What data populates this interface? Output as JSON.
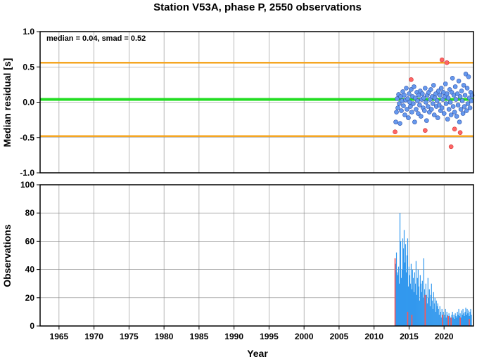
{
  "title": "Station V53A, phase P, 2550 observations",
  "chart_data": [
    {
      "type": "scatter",
      "ylabel": "Median residual [s]",
      "xlim": [
        1962.3,
        2024.2
      ],
      "ylim": [
        -1.0,
        1.0
      ],
      "yticks": [
        "1.0",
        "0.5",
        "0.0",
        "-0.5",
        "-1.0"
      ],
      "annotation": "median = 0.04, smad = 0.52",
      "grid": true,
      "median_line": 0.04,
      "smad_lines": [
        0.56,
        -0.48
      ],
      "colors": {
        "median": "#22dd22",
        "smad": "#f5a623",
        "point": "#6699ee",
        "outlier": "#ff6666"
      },
      "points": [
        [
          2013.1,
          -0.28
        ],
        [
          2013.2,
          -0.14
        ],
        [
          2013.3,
          0.05
        ],
        [
          2013.4,
          -0.08
        ],
        [
          2013.5,
          0.11
        ],
        [
          2013.6,
          -0.02
        ],
        [
          2013.7,
          -0.3
        ],
        [
          2013.8,
          0.08
        ],
        [
          2013.9,
          -0.12
        ],
        [
          2014.0,
          0.02
        ],
        [
          2014.1,
          0.15
        ],
        [
          2014.2,
          -0.05
        ],
        [
          2014.3,
          0.1
        ],
        [
          2014.4,
          -0.18
        ],
        [
          2014.5,
          0.03
        ],
        [
          2014.6,
          0.2
        ],
        [
          2014.7,
          -0.1
        ],
        [
          2014.8,
          0.05
        ],
        [
          2014.9,
          -0.22
        ],
        [
          2015.0,
          0.12
        ],
        [
          2015.1,
          0.0
        ],
        [
          2015.2,
          -0.06
        ],
        [
          2015.3,
          0.18
        ],
        [
          2015.4,
          -0.14
        ],
        [
          2015.5,
          0.08
        ],
        [
          2015.6,
          -0.02
        ],
        [
          2015.7,
          0.22
        ],
        [
          2015.8,
          -0.28
        ],
        [
          2015.9,
          0.06
        ],
        [
          2016.0,
          -0.1
        ],
        [
          2016.1,
          0.14
        ],
        [
          2016.2,
          0.02
        ],
        [
          2016.3,
          -0.16
        ],
        [
          2016.4,
          0.1
        ],
        [
          2016.5,
          -0.04
        ],
        [
          2016.6,
          0.16
        ],
        [
          2016.7,
          -0.2
        ],
        [
          2016.8,
          0.04
        ],
        [
          2016.9,
          0.12
        ],
        [
          2017.0,
          -0.08
        ],
        [
          2017.1,
          0.06
        ],
        [
          2017.2,
          -0.12
        ],
        [
          2017.3,
          0.2
        ],
        [
          2017.4,
          0.0
        ],
        [
          2017.5,
          -0.26
        ],
        [
          2017.6,
          0.1
        ],
        [
          2017.7,
          -0.06
        ],
        [
          2017.8,
          0.14
        ],
        [
          2017.9,
          -0.14
        ],
        [
          2018.0,
          0.04
        ],
        [
          2018.1,
          0.18
        ],
        [
          2018.2,
          -0.1
        ],
        [
          2018.3,
          0.08
        ],
        [
          2018.4,
          -0.02
        ],
        [
          2018.5,
          0.24
        ],
        [
          2018.6,
          -0.18
        ],
        [
          2018.7,
          0.06
        ],
        [
          2018.8,
          0.12
        ],
        [
          2018.9,
          -0.06
        ],
        [
          2019.0,
          0.02
        ],
        [
          2019.1,
          -0.22
        ],
        [
          2019.2,
          0.16
        ],
        [
          2019.3,
          -0.04
        ],
        [
          2019.4,
          0.1
        ],
        [
          2019.5,
          -0.12
        ],
        [
          2019.6,
          0.2
        ],
        [
          2019.7,
          -0.08
        ],
        [
          2019.8,
          0.04
        ],
        [
          2019.9,
          0.14
        ],
        [
          2020.0,
          -0.16
        ],
        [
          2020.1,
          0.08
        ],
        [
          2020.2,
          0.26
        ],
        [
          2020.3,
          -0.02
        ],
        [
          2020.4,
          0.12
        ],
        [
          2020.5,
          -0.24
        ],
        [
          2020.6,
          0.06
        ],
        [
          2020.7,
          -0.1
        ],
        [
          2020.8,
          0.18
        ],
        [
          2020.9,
          0.0
        ],
        [
          2021.0,
          -0.18
        ],
        [
          2021.1,
          0.14
        ],
        [
          2021.2,
          0.34
        ],
        [
          2021.3,
          -0.06
        ],
        [
          2021.4,
          0.1
        ],
        [
          2021.5,
          -0.14
        ],
        [
          2021.6,
          0.22
        ],
        [
          2021.7,
          0.04
        ],
        [
          2021.8,
          -0.2
        ],
        [
          2021.9,
          0.12
        ],
        [
          2022.0,
          -0.04
        ],
        [
          2022.1,
          0.3
        ],
        [
          2022.2,
          -0.28
        ],
        [
          2022.3,
          0.08
        ],
        [
          2022.4,
          -0.1
        ],
        [
          2022.5,
          0.16
        ],
        [
          2022.6,
          0.02
        ],
        [
          2022.7,
          -0.16
        ],
        [
          2022.8,
          0.24
        ],
        [
          2022.9,
          -0.06
        ],
        [
          2023.0,
          0.1
        ],
        [
          2023.1,
          0.4
        ],
        [
          2023.2,
          -0.12
        ],
        [
          2023.3,
          0.2
        ],
        [
          2023.4,
          -0.02
        ],
        [
          2023.5,
          0.36
        ],
        [
          2023.6,
          0.06
        ],
        [
          2023.7,
          -0.08
        ],
        [
          2023.8,
          0.14
        ],
        [
          2023.9,
          0.02
        ],
        [
          2024.0,
          0.1
        ]
      ],
      "outliers": [
        [
          2013.0,
          -0.42
        ],
        [
          2015.3,
          0.32
        ],
        [
          2017.3,
          -0.4
        ],
        [
          2019.7,
          0.6
        ],
        [
          2020.4,
          0.56
        ],
        [
          2021.0,
          -0.63
        ],
        [
          2021.5,
          -0.38
        ],
        [
          2022.3,
          -0.43
        ]
      ]
    },
    {
      "type": "bar",
      "xlabel": "Year",
      "ylabel": "Observations",
      "xlim": [
        1962.3,
        2024.2
      ],
      "ylim": [
        0,
        100
      ],
      "xticks": [
        "1965",
        "1970",
        "1975",
        "1980",
        "1985",
        "1990",
        "1995",
        "2000",
        "2005",
        "2010",
        "2015",
        "2020"
      ],
      "yticks": [
        "100",
        "80",
        "60",
        "40",
        "20",
        "0"
      ],
      "grid": true,
      "colors": {
        "bar": "#3399ee",
        "highlight": "#ff5555"
      },
      "bars": [
        [
          2013.0,
          48
        ],
        [
          2013.1,
          44
        ],
        [
          2013.2,
          52
        ],
        [
          2013.3,
          38
        ],
        [
          2013.4,
          36
        ],
        [
          2013.5,
          42
        ],
        [
          2013.6,
          30
        ],
        [
          2013.7,
          80
        ],
        [
          2013.8,
          60
        ],
        [
          2013.9,
          34
        ],
        [
          2014.0,
          40
        ],
        [
          2014.1,
          62
        ],
        [
          2014.2,
          55
        ],
        [
          2014.3,
          68
        ],
        [
          2014.4,
          45
        ],
        [
          2014.5,
          58
        ],
        [
          2014.6,
          38
        ],
        [
          2014.7,
          50
        ],
        [
          2014.8,
          62
        ],
        [
          2014.9,
          28
        ],
        [
          2015.0,
          42
        ],
        [
          2015.1,
          36
        ],
        [
          2015.2,
          30
        ],
        [
          2015.3,
          44
        ],
        [
          2015.4,
          26
        ],
        [
          2015.5,
          40
        ],
        [
          2015.6,
          34
        ],
        [
          2015.7,
          24
        ],
        [
          2015.8,
          38
        ],
        [
          2015.9,
          30
        ],
        [
          2016.0,
          46
        ],
        [
          2016.1,
          22
        ],
        [
          2016.2,
          34
        ],
        [
          2016.3,
          40
        ],
        [
          2016.4,
          28
        ],
        [
          2016.5,
          18
        ],
        [
          2016.6,
          36
        ],
        [
          2016.7,
          30
        ],
        [
          2016.8,
          24
        ],
        [
          2016.9,
          32
        ],
        [
          2017.0,
          20
        ],
        [
          2017.1,
          48
        ],
        [
          2017.2,
          26
        ],
        [
          2017.3,
          18
        ],
        [
          2017.4,
          30
        ],
        [
          2017.5,
          22
        ],
        [
          2017.6,
          16
        ],
        [
          2017.7,
          34
        ],
        [
          2017.8,
          20
        ],
        [
          2017.9,
          26
        ],
        [
          2018.0,
          14
        ],
        [
          2018.1,
          22
        ],
        [
          2018.2,
          30
        ],
        [
          2018.3,
          18
        ],
        [
          2018.4,
          12
        ],
        [
          2018.5,
          24
        ],
        [
          2018.6,
          16
        ],
        [
          2018.7,
          20
        ],
        [
          2018.8,
          10
        ],
        [
          2018.9,
          18
        ],
        [
          2019.0,
          14
        ],
        [
          2019.1,
          16
        ],
        [
          2019.2,
          12
        ],
        [
          2019.3,
          8
        ],
        [
          2019.4,
          14
        ],
        [
          2019.5,
          10
        ],
        [
          2019.6,
          6
        ],
        [
          2019.7,
          12
        ],
        [
          2019.8,
          8
        ],
        [
          2019.9,
          10
        ],
        [
          2020.0,
          6
        ],
        [
          2020.1,
          8
        ],
        [
          2020.2,
          12
        ],
        [
          2020.3,
          6
        ],
        [
          2020.4,
          10
        ],
        [
          2020.5,
          8
        ],
        [
          2020.6,
          5
        ],
        [
          2020.7,
          9
        ],
        [
          2020.8,
          7
        ],
        [
          2020.9,
          6
        ],
        [
          2021.0,
          4
        ],
        [
          2021.1,
          8
        ],
        [
          2021.2,
          10
        ],
        [
          2021.3,
          6
        ],
        [
          2021.4,
          8
        ],
        [
          2021.5,
          5
        ],
        [
          2021.6,
          9
        ],
        [
          2021.7,
          7
        ],
        [
          2021.8,
          6
        ],
        [
          2021.9,
          10
        ],
        [
          2022.0,
          8
        ],
        [
          2022.1,
          12
        ],
        [
          2022.2,
          7
        ],
        [
          2022.3,
          9
        ],
        [
          2022.4,
          6
        ],
        [
          2022.5,
          11
        ],
        [
          2022.6,
          8
        ],
        [
          2022.7,
          12
        ],
        [
          2022.8,
          9
        ],
        [
          2022.9,
          7
        ],
        [
          2023.0,
          10
        ],
        [
          2023.1,
          13
        ],
        [
          2023.2,
          8
        ],
        [
          2023.3,
          12
        ],
        [
          2023.4,
          9
        ],
        [
          2023.5,
          11
        ],
        [
          2023.6,
          7
        ],
        [
          2023.7,
          10
        ],
        [
          2023.8,
          12
        ],
        [
          2023.9,
          8
        ]
      ],
      "highlight_bars": [
        [
          2013.0,
          48
        ],
        [
          2014.8,
          10
        ],
        [
          2015.4,
          8
        ],
        [
          2017.3,
          22
        ],
        [
          2019.8,
          8
        ],
        [
          2020.6,
          7
        ],
        [
          2021.0,
          6
        ],
        [
          2022.3,
          6
        ],
        [
          2023.6,
          5
        ]
      ]
    }
  ]
}
